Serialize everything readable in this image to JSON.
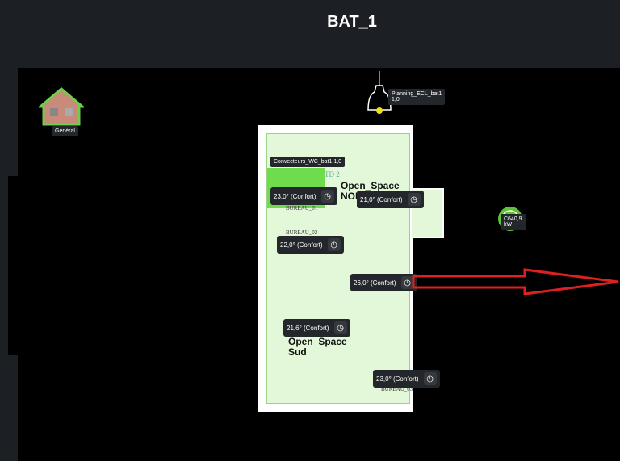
{
  "header": {
    "title": "BAT_1"
  },
  "general": {
    "label": "Général",
    "icon": "house-icon"
  },
  "lamp": {
    "label": "Planning_ECL_bat1 1,0",
    "icon": "lamp-icon"
  },
  "meter": {
    "label": "C640,9 kW",
    "icon": "meter-icon",
    "color": "#5fc23a"
  },
  "convecteurs": {
    "label": "Convecteurs_WC_bat1 1,0"
  },
  "rooms": {
    "nord": "Open_Space\nNOR",
    "sud": "Open_Space\nSud",
    "td": "TD 2",
    "b1": "BUREAU_01",
    "b2": "BUREAU_02",
    "b3": "BUREAU_03"
  },
  "thermostats": [
    {
      "value": "23,0° (Confort)"
    },
    {
      "value": "21,0° (Confort)"
    },
    {
      "value": "22,0° (Confort)"
    },
    {
      "value": "26,0° (Confort)"
    },
    {
      "value": "21,6° (Confort)"
    },
    {
      "value": "23,0° (Confort)"
    }
  ],
  "arrow_color": "#e02020"
}
